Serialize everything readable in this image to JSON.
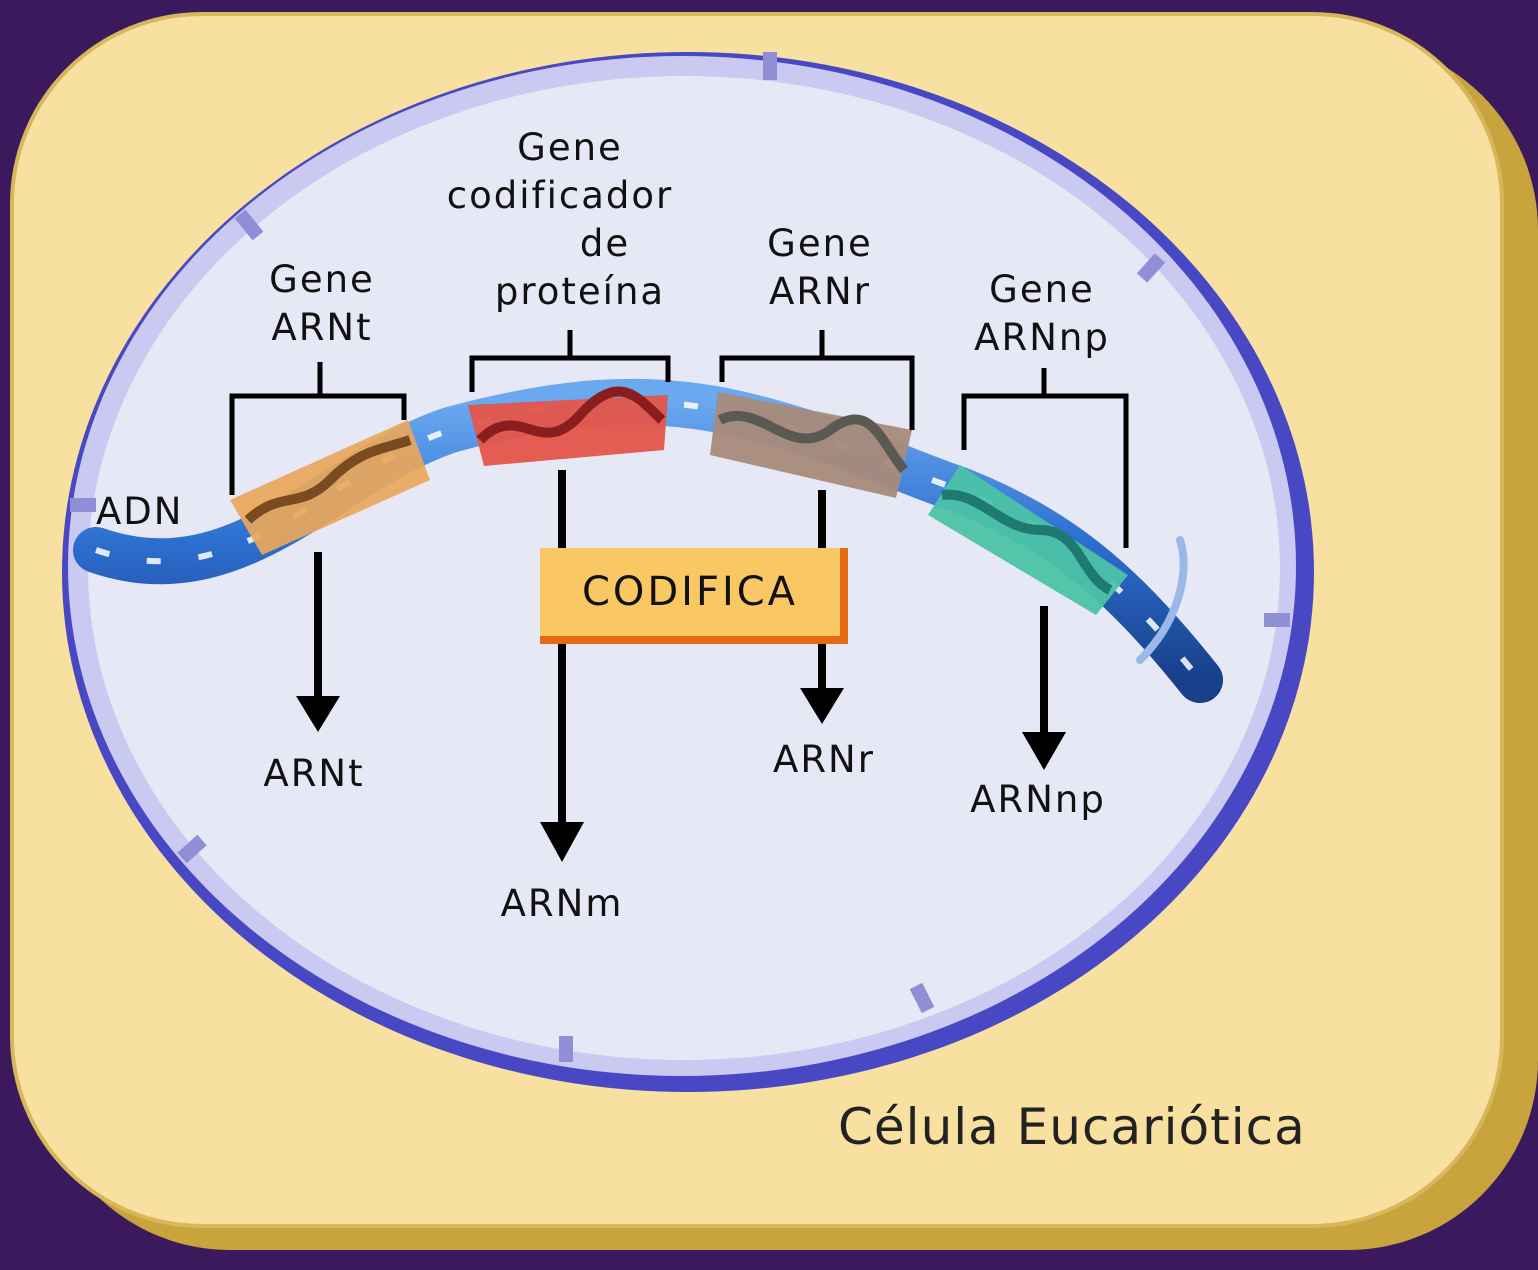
{
  "labels": {
    "dna": "ADN",
    "trna_gene": [
      "Gene",
      "ARNt"
    ],
    "protein_gene": [
      "Gene",
      "codificador",
      "de",
      "proteína"
    ],
    "rrna_gene": [
      "Gene",
      "ARNr"
    ],
    "snrna_gene": [
      "Gene",
      "ARNnp"
    ],
    "trna_product": "ARNt",
    "mrna_product": "ARNm",
    "rrna_product": "ARNr",
    "snrna_product": "ARNnp",
    "codes_box": "CODIFICA",
    "cell_caption": "Célula Eucariótica"
  },
  "colors": {
    "background": "#3a1a5c",
    "cytoplasm": "#f7e0a0",
    "cytoplasm_shadow": "#c9a33c",
    "nucleus": "#e6e8f6",
    "envelope_outer": "#5a5ad0",
    "envelope_inner": "#c9c9f2",
    "dna": "#2d6fd0",
    "trna_segment": "#e9a75a",
    "protein_segment": "#e4554a",
    "rrna_segment": "#a88a7a",
    "snrna_segment": "#4cc2a6",
    "codifica_box": "#f9c865",
    "codifica_border": "#e46a12"
  }
}
